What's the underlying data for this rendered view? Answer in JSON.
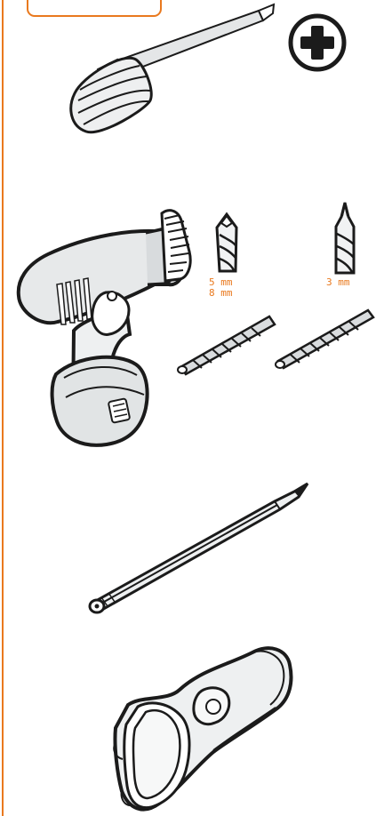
{
  "labels": {
    "bit_5mm": "5 mm",
    "bit_8mm": "8 mm",
    "bit_3mm": "3 mm"
  },
  "icons": {
    "tab_mark": "black-diamond-icon",
    "phillips_symbol": "phillips-cross-icon",
    "screwdriver": "screwdriver-icon",
    "cordless_drill": "cordless-drill-icon",
    "masonry_bit": "masonry-drill-bit-icon",
    "wood_bit": "wood-drill-bit-icon",
    "pencil": "pencil-icon",
    "detector": "stud-detector-icon"
  },
  "colors": {
    "accent": "#e9791e",
    "ink": "#1b1b1b",
    "tool_grey": "#bfc2c4",
    "tool_light": "#eef0f1"
  }
}
